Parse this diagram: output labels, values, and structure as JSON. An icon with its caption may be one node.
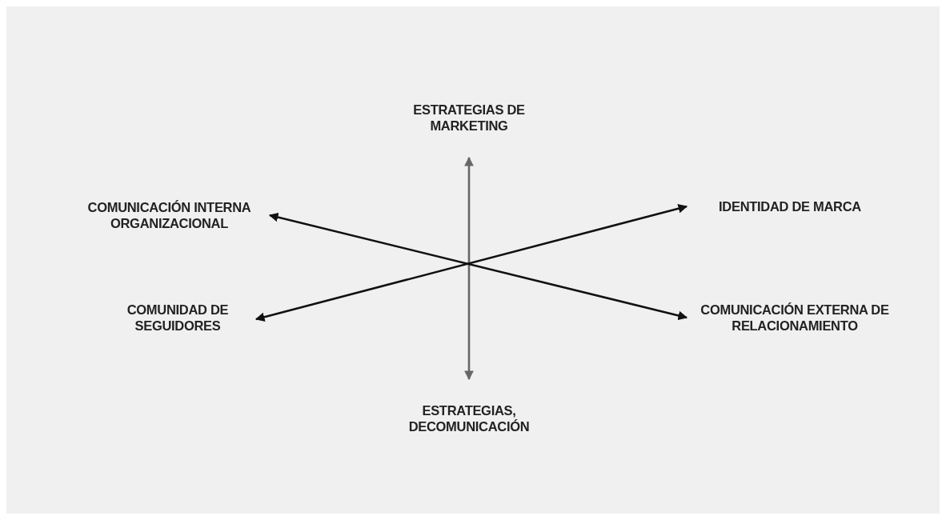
{
  "diagram": {
    "nodes": [
      {
        "text": [
          "ESTRATEGIAS DE MARKETING"
        ]
      },
      {
        "text": [
          "COMUNICACIÓN INTERNA ORGANIZACIONAL"
        ]
      },
      {
        "text": [
          "IDENTIDAD DE MARCA"
        ]
      },
      {
        "text": [
          "COMUNIDAD DE SEGUIDORES"
        ]
      },
      {
        "text": [
          "COMUNICACIÓN EXTERNA DE RELACIONAMIENTO"
        ]
      },
      {
        "text": [
          "ESTRATEGIAS, DECOMUNICACIÓN"
        ]
      }
    ],
    "edges": [
      {
        "from": 0,
        "to": 5,
        "arrow": "both",
        "color": "#666666"
      },
      {
        "from": 1,
        "to": 4,
        "arrow": "both"
      },
      {
        "from": 3,
        "to": 2,
        "arrow": "both"
      }
    ]
  }
}
